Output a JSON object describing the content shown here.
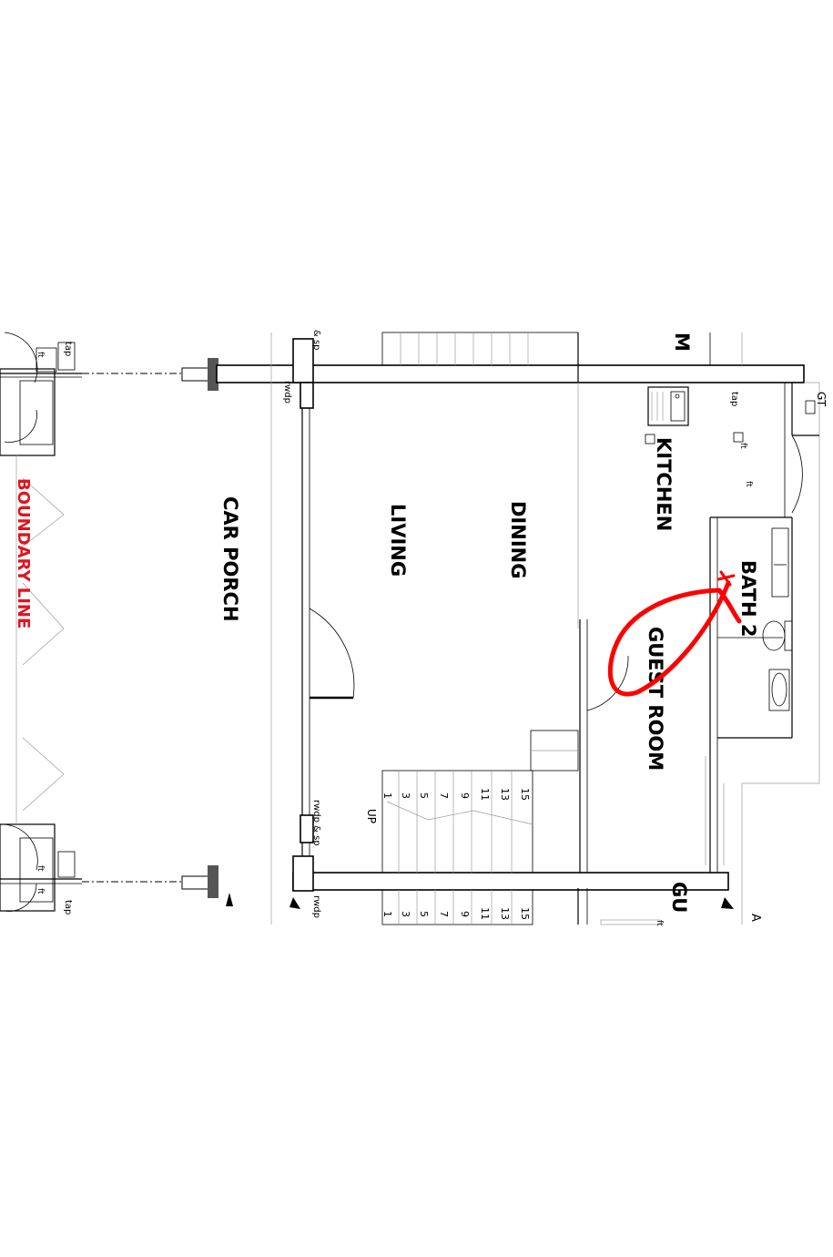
{
  "rooms": {
    "boundary_line": "BOUNDARY LINE",
    "car_porch": "CAR PORCH",
    "living": "LIVING",
    "dining": "DINING",
    "kitchen": "KITCHEN",
    "guest_room": "GUEST ROOM",
    "bath_2": "BATH 2",
    "partial_top": "M",
    "partial_bottom": "GU"
  },
  "labels": {
    "tap": "tap",
    "ft": "ft",
    "gt": "GT",
    "rwdp": "rwdp",
    "sp": "& sp",
    "rwdp_sp": "rwdp & sp",
    "up": "UP",
    "a": "A"
  },
  "stair_numbers": [
    "1",
    "3",
    "5",
    "7",
    "9",
    "11",
    "13",
    "15"
  ],
  "colors": {
    "boundary": "#e0141e",
    "annotation": "#ff0000",
    "walls": "#000000",
    "post": "#555555"
  }
}
